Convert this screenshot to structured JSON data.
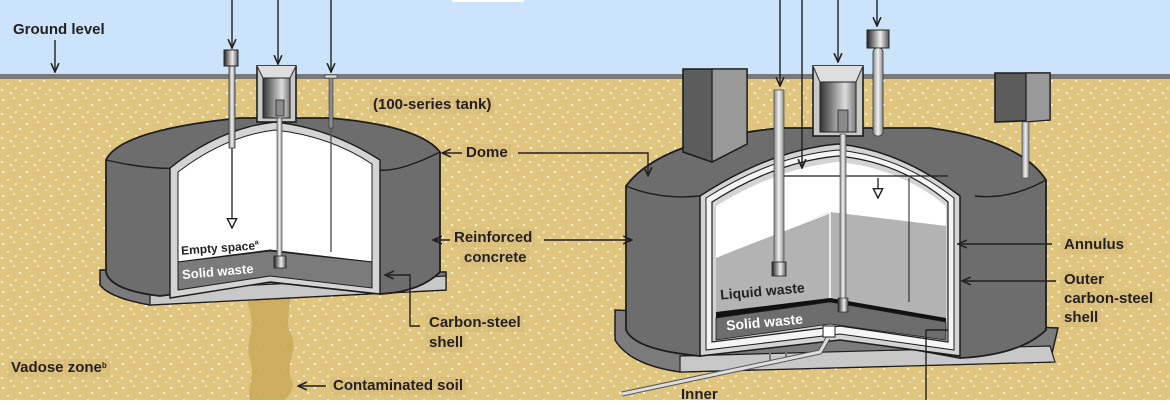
{
  "labels": {
    "ground_level": "Ground level",
    "tank_series": "(100-series tank)",
    "dome": "Dome",
    "reinforced_concrete_1": "Reinforced",
    "reinforced_concrete_2": "concrete",
    "carbon_steel_shell_1": "Carbon-steel",
    "carbon_steel_shell_2": "shell",
    "vadose_zone": "Vadose zone",
    "vadose_zone_note": "b",
    "contaminated_soil": "Contaminated soil",
    "empty_space": "Empty space",
    "empty_space_note": "a",
    "solid_waste_left": "Solid waste",
    "liquid_waste": "Liquid waste",
    "solid_waste_right": "Solid waste",
    "annulus": "Annulus",
    "outer_shell_1": "Outer",
    "outer_shell_2": "carbon-steel",
    "outer_shell_3": "shell",
    "inner": "Inner"
  },
  "colors": {
    "sky": "#cce4fb",
    "soil": "#e0c57e",
    "concrete": "#6d6d6d",
    "steel": "#d4d4d4",
    "liquid": "#b3b3b3",
    "empty": "#ffffff",
    "ground_line": "#7a7a7a",
    "contamination": "#c9a95a"
  }
}
